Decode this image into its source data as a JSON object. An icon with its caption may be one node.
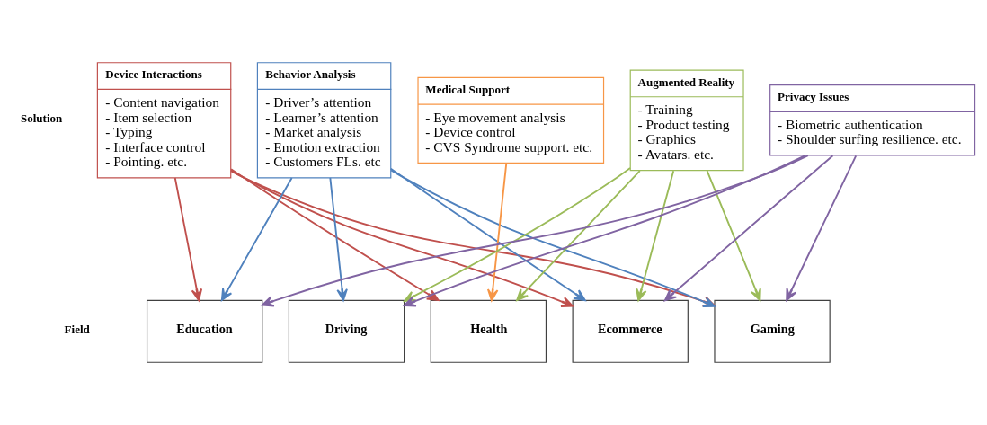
{
  "diagram": {
    "nodes": [
      {
        "text": [
          "Device Interactions",
          "- Content navigation",
          "- Item selection",
          "- Typing",
          "- Interface control",
          "- Pointing. etc."
        ]
      },
      {
        "text": [
          "Behavior Analysis",
          "- Driver’s attention",
          "- Learner’s attention",
          "- Market analysis",
          "- Emotion extraction",
          "- Customers FLs. etc"
        ]
      },
      {
        "text": [
          "Medical Support",
          "- Eye movement analysis",
          "- Device control",
          "- CVS Syndrome support. etc."
        ]
      },
      {
        "text": [
          "Augmented Reality",
          "- Training",
          "- Product testing",
          "- Graphics",
          "- Avatars. etc."
        ]
      },
      {
        "text": [
          "Privacy Issues",
          "- Biometric authentication",
          "- Shoulder surfing resilience. etc."
        ]
      },
      {
        "text": [
          "Education"
        ]
      },
      {
        "text": [
          "Driving"
        ]
      },
      {
        "text": [
          "Health"
        ]
      },
      {
        "text": [
          "Ecommerce"
        ]
      },
      {
        "text": [
          "Gaming"
        ]
      }
    ],
    "edges": [
      {
        "from": 0,
        "to": 5,
        "arrow": "to",
        "color": "#c0504d"
      },
      {
        "from": 0,
        "to": 7,
        "arrow": "to",
        "color": "#c0504d"
      },
      {
        "from": 0,
        "to": 8,
        "arrow": "to",
        "color": "#c0504d"
      },
      {
        "from": 0,
        "to": 9,
        "arrow": "to",
        "color": "#c0504d"
      },
      {
        "from": 1,
        "to": 5,
        "arrow": "to",
        "color": "#4f81bd"
      },
      {
        "from": 1,
        "to": 6,
        "arrow": "to",
        "color": "#4f81bd"
      },
      {
        "from": 1,
        "to": 8,
        "arrow": "to",
        "color": "#4f81bd"
      },
      {
        "from": 1,
        "to": 9,
        "arrow": "to",
        "color": "#4f81bd"
      },
      {
        "from": 2,
        "to": 7,
        "arrow": "to",
        "color": "#f79646"
      },
      {
        "from": 3,
        "to": 6,
        "arrow": "to",
        "color": "#9bbb59"
      },
      {
        "from": 3,
        "to": 7,
        "arrow": "to",
        "color": "#9bbb59"
      },
      {
        "from": 3,
        "to": 8,
        "arrow": "to",
        "color": "#9bbb59"
      },
      {
        "from": 3,
        "to": 9,
        "arrow": "to",
        "color": "#9bbb59"
      },
      {
        "from": 4,
        "to": 5,
        "arrow": "to",
        "color": "#8064a2"
      },
      {
        "from": 4,
        "to": 6,
        "arrow": "to",
        "color": "#8064a2"
      },
      {
        "from": 4,
        "to": 8,
        "arrow": "to",
        "color": "#8064a2"
      },
      {
        "from": 4,
        "to": 9,
        "arrow": "to",
        "color": "#8064a2"
      }
    ],
    "labels": [
      "Solution",
      "Field"
    ]
  }
}
